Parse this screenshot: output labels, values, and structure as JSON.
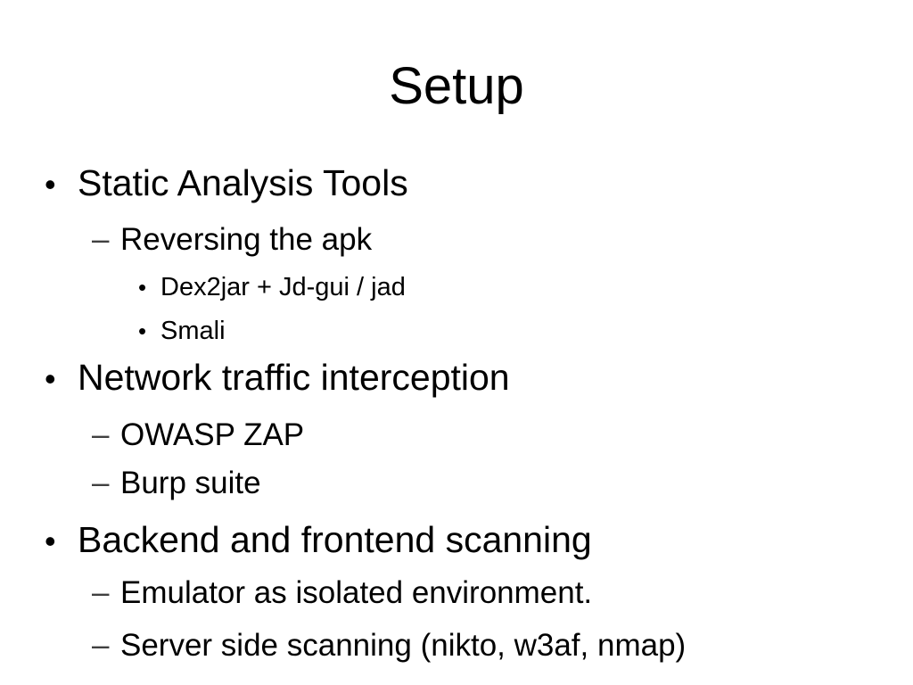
{
  "slide": {
    "background_color": "#ffffff",
    "text_color": "#000000",
    "dash_color": "#404040",
    "title": "Setup",
    "bullets": [
      {
        "level": 1,
        "marker": "•",
        "text": "Static Analysis Tools"
      },
      {
        "level": 2,
        "marker": "–",
        "text": "Reversing the apk"
      },
      {
        "level": 3,
        "marker": "•",
        "text": "Dex2jar + Jd-gui / jad"
      },
      {
        "level": 3,
        "marker": "•",
        "text": "Smali"
      },
      {
        "level": 1,
        "marker": "•",
        "text": "Network traffic interception"
      },
      {
        "level": 2,
        "marker": "–",
        "text": "OWASP ZAP"
      },
      {
        "level": 2,
        "marker": "–",
        "text": "Burp suite"
      },
      {
        "level": 1,
        "marker": "•",
        "text": "Backend and frontend scanning"
      },
      {
        "level": 2,
        "marker": "–",
        "text": "Emulator as isolated environment."
      },
      {
        "level": 2,
        "marker": "–",
        "text": "Server side scanning (nikto, w3af, nmap)"
      }
    ]
  }
}
